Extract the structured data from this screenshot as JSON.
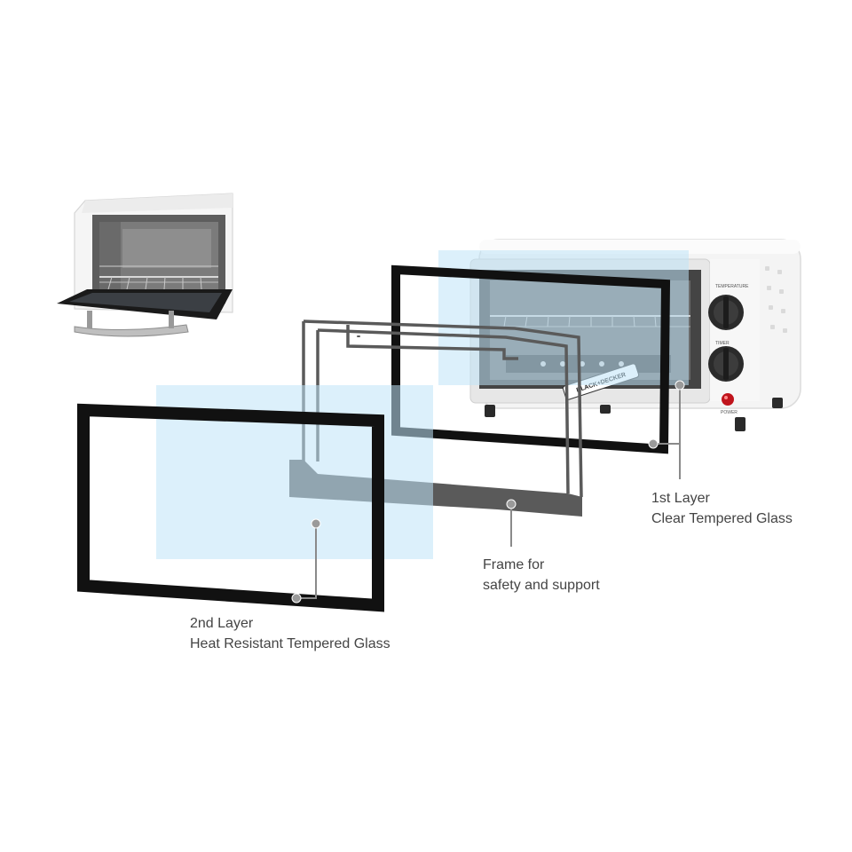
{
  "callouts": {
    "first_layer": {
      "line1": "1st Layer",
      "line2": "Clear Tempered Glass"
    },
    "frame": {
      "line1": "Frame for",
      "line2": "safety and support"
    },
    "second_layer": {
      "line1": "2nd Layer",
      "line2": "Heat Resistant Tempered Glass"
    }
  },
  "oven": {
    "brand": "BLACK+DECKER",
    "temperature_label": "TEMPERATURE",
    "timer_label": "TIMER",
    "power_label": "POWER"
  },
  "colors": {
    "glass_tint": "#bfe3f7",
    "frame_black": "#111111",
    "support_frame": "#5a5a5a",
    "leader_line": "#8a8a8a",
    "leader_dot": "#9a9a9a",
    "oven_body": "#f3f3f3",
    "label_text": "#444444",
    "power_light": "#c0141c"
  },
  "icons": [
    "open-oven-image",
    "toaster-oven-image",
    "temperature-knob-icon",
    "timer-knob-icon",
    "power-light-icon"
  ]
}
